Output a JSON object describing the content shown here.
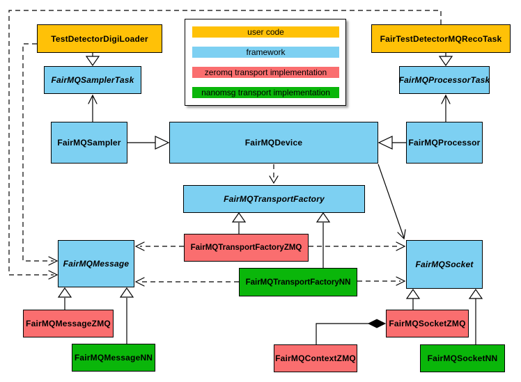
{
  "colors": {
    "user_code": "#FFC107",
    "framework": "#7DD0F2",
    "zeromq": "#FA6E6F",
    "nanomsg": "#0AB60A",
    "line": "#000000"
  },
  "legend": {
    "items": [
      {
        "label": "user code",
        "color": "#FFC107"
      },
      {
        "label": "framework",
        "color": "#7DD0F2"
      },
      {
        "label": "zeromq transport implementation",
        "color": "#FA6E6F"
      },
      {
        "label": "nanomsg transport implementation",
        "color": "#0AB60A"
      }
    ]
  },
  "nodes": {
    "loader": {
      "label": "TestDetectorDigiLoader",
      "category": "user code",
      "abstract": false
    },
    "recoTask": {
      "label": "FairTestDetectorMQRecoTask",
      "category": "user code",
      "abstract": false
    },
    "samplerTask": {
      "label": "FairMQSamplerTask",
      "category": "framework",
      "abstract": true
    },
    "processorTask": {
      "label": "FairMQProcessorTask",
      "category": "framework",
      "abstract": true
    },
    "sampler": {
      "label": "FairMQSampler",
      "category": "framework",
      "abstract": false
    },
    "device": {
      "label": "FairMQDevice",
      "category": "framework",
      "abstract": false
    },
    "processor": {
      "label": "FairMQProcessor",
      "category": "framework",
      "abstract": false
    },
    "transportFactory": {
      "label": "FairMQTransportFactory",
      "category": "framework",
      "abstract": true
    },
    "transportFactoryZMQ": {
      "label": "FairMQTransportFactoryZMQ",
      "category": "zeromq transport implementation",
      "abstract": false
    },
    "transportFactoryNN": {
      "label": "FairMQTransportFactoryNN",
      "category": "nanomsg transport implementation",
      "abstract": false
    },
    "message": {
      "label": "FairMQMessage",
      "category": "framework",
      "abstract": true
    },
    "socket": {
      "label": "FairMQSocket",
      "category": "framework",
      "abstract": true
    },
    "messageZMQ": {
      "label": "FairMQMessageZMQ",
      "category": "zeromq transport implementation",
      "abstract": false
    },
    "messageNN": {
      "label": "FairMQMessageNN",
      "category": "nanomsg transport implementation",
      "abstract": false
    },
    "socketZMQ": {
      "label": "FairMQSocketZMQ",
      "category": "zeromq transport implementation",
      "abstract": false
    },
    "socketNN": {
      "label": "FairMQSocketNN",
      "category": "nanomsg transport implementation",
      "abstract": false
    },
    "contextZMQ": {
      "label": "FairMQContextZMQ",
      "category": "zeromq transport implementation",
      "abstract": false
    }
  }
}
